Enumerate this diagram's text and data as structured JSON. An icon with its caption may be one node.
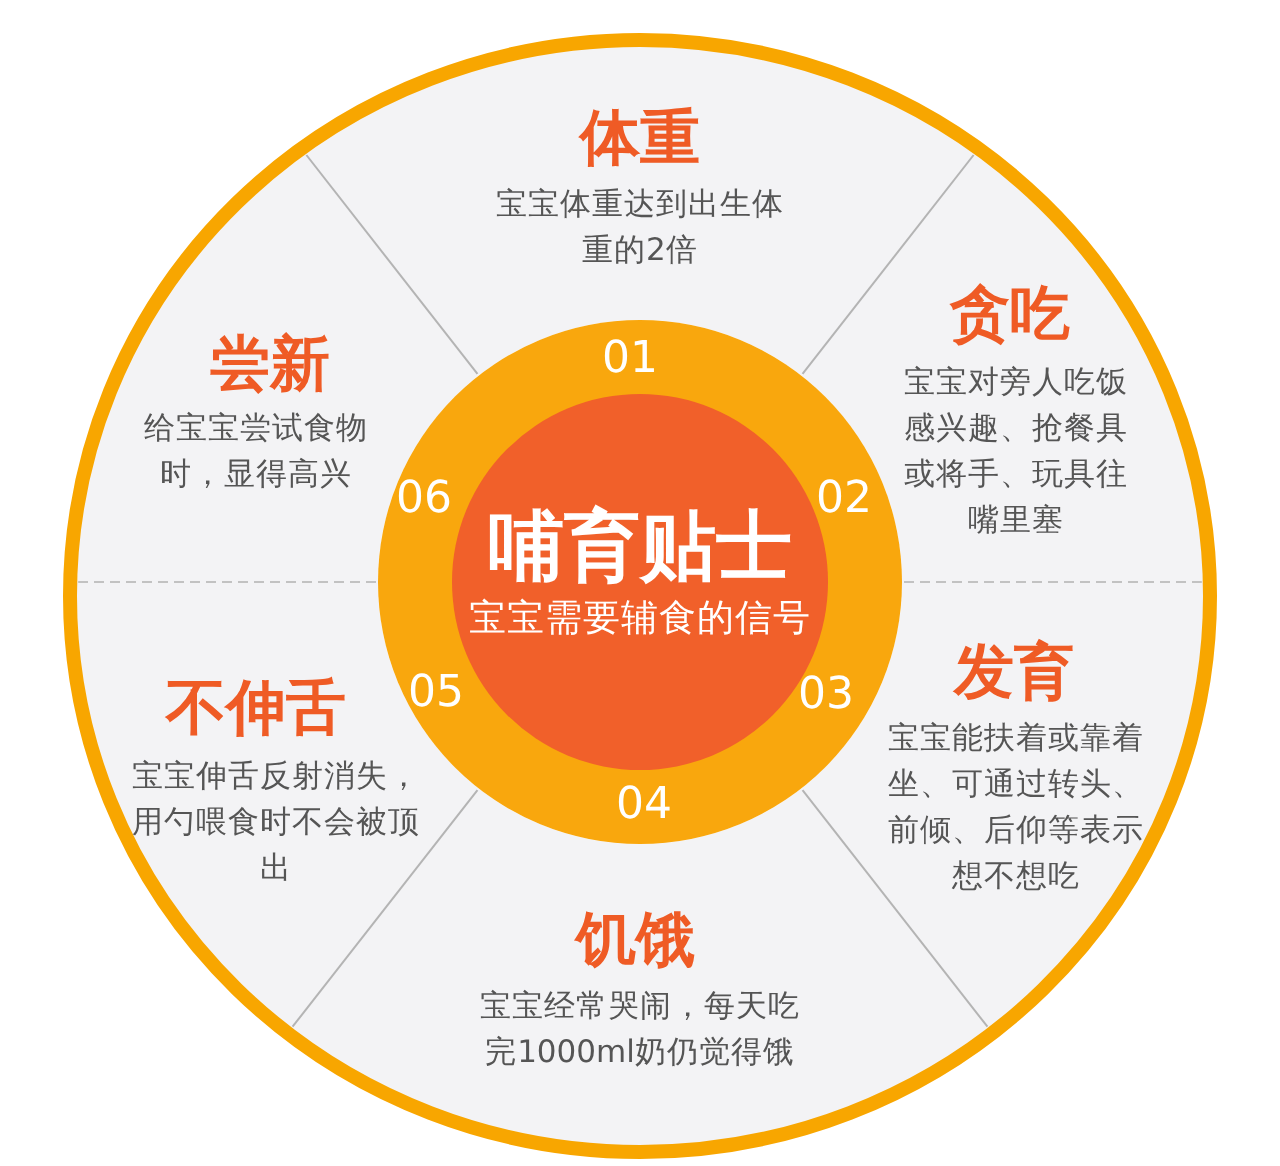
{
  "diagram": {
    "nodes": [
      {
        "text": [
          "哺育贴士",
          "宝宝需要辅食的信号"
        ]
      },
      {
        "text": [
          "体重",
          "宝宝体重达到出生体重的2倍"
        ],
        "beside": [
          "01"
        ]
      },
      {
        "text": [
          "贪吃",
          "宝宝对旁人吃饭感兴趣、抢餐具或将手、玩具往嘴里塞"
        ],
        "beside": [
          "02"
        ]
      },
      {
        "text": [
          "发育",
          "宝宝能扶着或靠着坐、可通过转头、前倾、后仰等表示想不想吃"
        ],
        "beside": [
          "03"
        ]
      },
      {
        "text": [
          "饥饿",
          "宝宝经常哭闹，每天吃完1000ml奶仍觉得饿"
        ],
        "beside": [
          "04"
        ]
      },
      {
        "text": [
          "不伸舌",
          "宝宝伸舌反射消失，用勺喂食时不会被顶出"
        ],
        "beside": [
          "05"
        ]
      },
      {
        "text": [
          "尝新",
          "给宝宝尝试食物时，显得高兴"
        ],
        "beside": [
          "06"
        ]
      }
    ]
  }
}
